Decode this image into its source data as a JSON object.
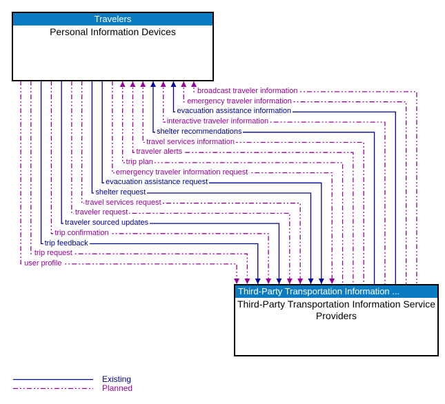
{
  "source_box": {
    "title": "Travelers",
    "label": "Personal Information Devices"
  },
  "dest_box": {
    "title": "Third-Party Transportation Information ...",
    "label": "Third-Party Transportation Information Service Providers"
  },
  "colors": {
    "existing": "#000099",
    "planned": "#990099",
    "header_bg": "#0C7CC2",
    "header_text": "#FFFFFF",
    "box_border": "#000000",
    "body_text": "#000000"
  },
  "flows": [
    {
      "label": "broadcast traveler information",
      "status": "planned",
      "direction": "to-source"
    },
    {
      "label": "emergency traveler information",
      "status": "planned",
      "direction": "to-source"
    },
    {
      "label": "evacuation assistance information",
      "status": "existing",
      "direction": "to-source"
    },
    {
      "label": "interactive traveler information",
      "status": "planned",
      "direction": "to-source"
    },
    {
      "label": "shelter recommendations",
      "status": "existing",
      "direction": "to-source"
    },
    {
      "label": "travel services information",
      "status": "planned",
      "direction": "to-source"
    },
    {
      "label": "traveler alerts",
      "status": "planned",
      "direction": "to-source"
    },
    {
      "label": "trip plan",
      "status": "planned",
      "direction": "to-source"
    },
    {
      "label": "emergency traveler information request",
      "status": "planned",
      "direction": "to-dest"
    },
    {
      "label": "evacuation assistance request",
      "status": "existing",
      "direction": "to-dest"
    },
    {
      "label": "shelter request",
      "status": "existing",
      "direction": "to-dest"
    },
    {
      "label": "travel services request",
      "status": "planned",
      "direction": "to-dest"
    },
    {
      "label": "traveler request",
      "status": "planned",
      "direction": "to-dest"
    },
    {
      "label": "traveler sourced updates",
      "status": "existing",
      "direction": "to-dest"
    },
    {
      "label": "trip confirmation",
      "status": "planned",
      "direction": "to-dest"
    },
    {
      "label": "trip feedback",
      "status": "existing",
      "direction": "to-dest"
    },
    {
      "label": "trip request",
      "status": "planned",
      "direction": "to-dest"
    },
    {
      "label": "user profile",
      "status": "planned",
      "direction": "to-dest"
    }
  ],
  "legend": {
    "items": [
      {
        "label": "Existing",
        "status": "existing",
        "line_style": "solid"
      },
      {
        "label": "Planned",
        "status": "planned",
        "line_style": "dashed"
      }
    ]
  }
}
